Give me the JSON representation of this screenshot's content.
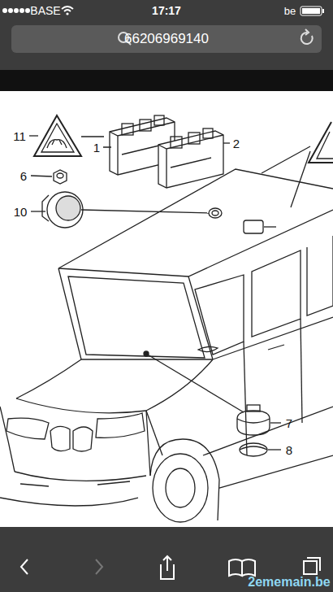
{
  "diagram": {
    "nodes": [
      {
        "text": [
          "66206969140"
        ]
      }
    ],
    "labels": [
      "BASE",
      "17:17",
      "be",
      "11",
      "1",
      "2",
      "6",
      "10",
      "7",
      "8",
      "2ememain.be"
    ]
  }
}
